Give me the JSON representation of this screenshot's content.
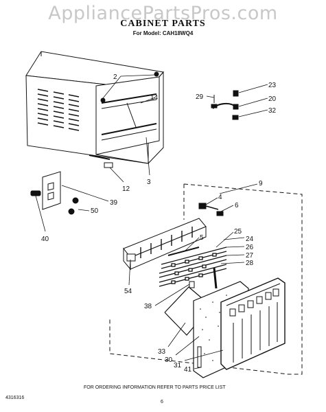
{
  "watermark": "AppliancePartsPros.com",
  "title": "CABINET PARTS",
  "subtitle": "For Model: CAH18WQ4",
  "callouts": [
    "2",
    "14",
    "3",
    "12",
    "23",
    "29",
    "20",
    "32",
    "39",
    "50",
    "40",
    "4",
    "6",
    "9",
    "5",
    "25",
    "24",
    "26",
    "27",
    "28",
    "54",
    "38",
    "33",
    "30",
    "31",
    "41"
  ],
  "footer": {
    "doc_number": "4316316",
    "note": "FOR ORDERING INFORMATION REFER TO PARTS PRICE LIST",
    "page": "6"
  },
  "colors": {
    "ink": "#111111",
    "watermark": "#c8c8c8"
  }
}
